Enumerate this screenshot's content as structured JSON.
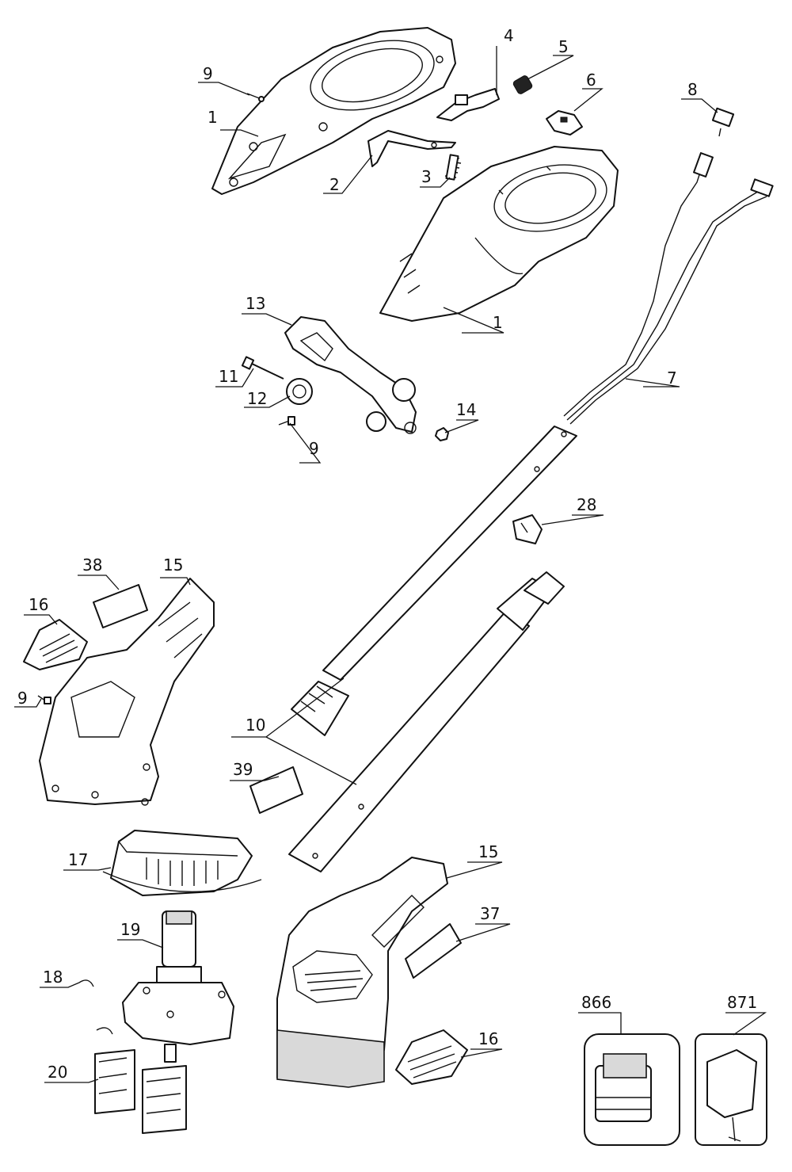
{
  "callouts": {
    "c1a": "1",
    "c1b": "1",
    "c2": "2",
    "c3": "3",
    "c4": "4",
    "c5": "5",
    "c6": "6",
    "c7": "7",
    "c8": "8",
    "c9a": "9",
    "c9b": "9",
    "c9c": "9",
    "c10": "10",
    "c11": "11",
    "c12": "12",
    "c13": "13",
    "c14": "14",
    "c15a": "15",
    "c15b": "15",
    "c16a": "16",
    "c16b": "16",
    "c17": "17",
    "c18": "18",
    "c19": "19",
    "c20": "20",
    "c28": "28",
    "c37": "37",
    "c38": "38",
    "c39": "39",
    "c866": "866",
    "c871": "871"
  },
  "colors": {
    "line": "#111111",
    "background": "#ffffff",
    "shade": "#d9d9d9"
  }
}
